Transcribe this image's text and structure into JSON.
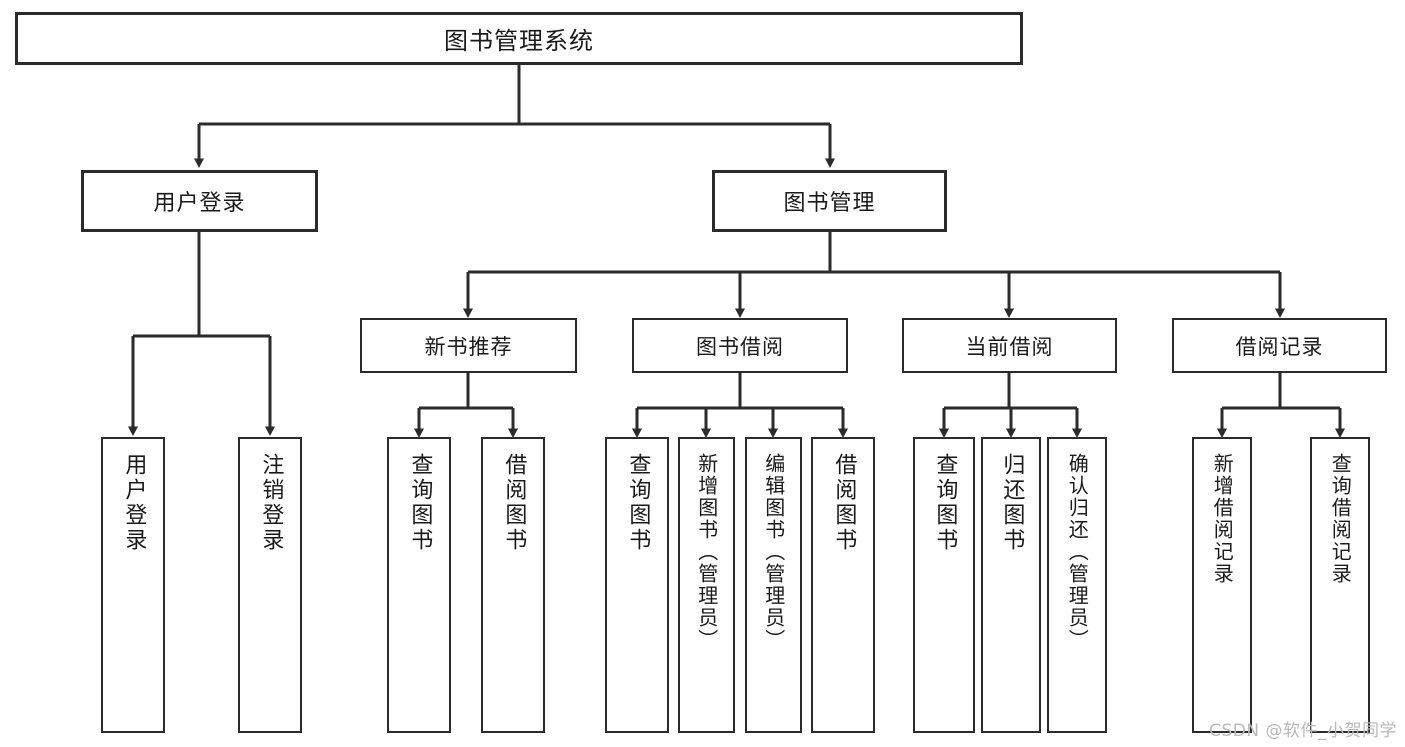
{
  "diagram": {
    "type": "tree",
    "title": "图书管理系统",
    "orientation": "top-down",
    "colors": {
      "box_border": "#2b2b2b",
      "box_fill": "#ffffff",
      "edge": "#2b2b2b",
      "background": "#ffffff",
      "watermark": "#b9b9b9"
    }
  },
  "root": {
    "label": "图书管理系统"
  },
  "level2": [
    {
      "label": "用户登录"
    },
    {
      "label": "图书管理"
    }
  ],
  "level3": [
    {
      "label": "新书推荐"
    },
    {
      "label": "图书借阅"
    },
    {
      "label": "当前借阅"
    },
    {
      "label": "借阅记录"
    }
  ],
  "leaves": {
    "user_login": [
      {
        "label": "用户登录"
      },
      {
        "label": "注销登录"
      }
    ],
    "new_book_recommend": [
      {
        "label": "查询图书"
      },
      {
        "label": "借阅图书"
      }
    ],
    "book_borrow": [
      {
        "label": "查询图书"
      },
      {
        "label": "新增图书（管理员）"
      },
      {
        "label": "编辑图书（管理员）"
      },
      {
        "label": "借阅图书"
      }
    ],
    "current_borrow": [
      {
        "label": "查询图书"
      },
      {
        "label": "归还图书"
      },
      {
        "label": "确认归还（管理员）"
      }
    ],
    "borrow_record": [
      {
        "label": "新增借阅记录"
      },
      {
        "label": "查询借阅记录"
      }
    ]
  },
  "watermark": {
    "text": "CSDN @软件_小贺同学"
  }
}
